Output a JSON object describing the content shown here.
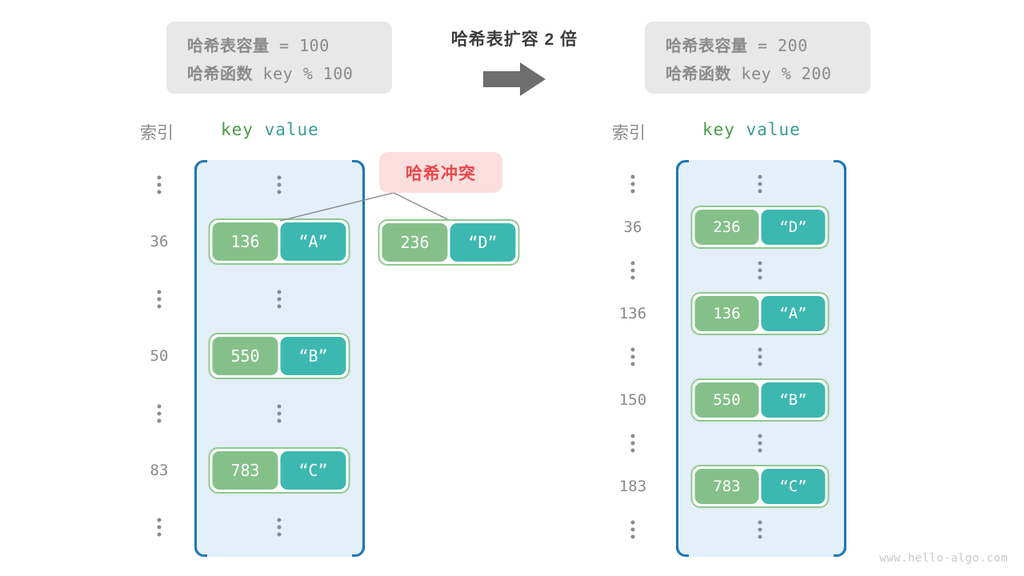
{
  "watermark": "www.hello-algo.com",
  "center": {
    "caption": "哈希表扩容 2 倍",
    "arrow_icon": "right-arrow-icon"
  },
  "info_left": {
    "capacity_label": "哈希表容量",
    "capacity_value": " = 100",
    "function_label": "哈希函数",
    "function_value": " key % 100"
  },
  "info_right": {
    "capacity_label": "哈希表容量",
    "capacity_value": " = 200",
    "function_label": "哈希函数",
    "function_value": " key % 200"
  },
  "collision": {
    "label": "哈希冲突",
    "badge_color": "#fbdede",
    "text_color": "#e8474c"
  },
  "colors": {
    "bucket_border": "#1f77b4",
    "bucket_fill": "#e3eff9",
    "key_cell": "#85c08a",
    "value_cell": "#3cb8b0",
    "pair_border": "#8fc98f",
    "index_text": "#8a8a8a",
    "key_head": "#4a9a4a",
    "value_head": "#3a9b96",
    "info_box": "#e8e8e8",
    "arrow": "#6e6e6e"
  },
  "headers": {
    "index": "索引",
    "key": "key",
    "value": "value"
  },
  "left_table": {
    "rows": [
      {
        "index": "⋮",
        "type": "ellipsis"
      },
      {
        "index": "36",
        "type": "entry",
        "key": "136",
        "value": "“A”"
      },
      {
        "index": "⋮",
        "type": "ellipsis"
      },
      {
        "index": "50",
        "type": "entry",
        "key": "550",
        "value": "“B”"
      },
      {
        "index": "⋮",
        "type": "ellipsis"
      },
      {
        "index": "83",
        "type": "entry",
        "key": "783",
        "value": "“C”"
      },
      {
        "index": "⋮",
        "type": "ellipsis"
      }
    ]
  },
  "overflow_entry": {
    "key": "236",
    "value": "“D”"
  },
  "right_table": {
    "rows": [
      {
        "index": "⋮",
        "type": "ellipsis"
      },
      {
        "index": "36",
        "type": "entry",
        "key": "236",
        "value": "“D”"
      },
      {
        "index": "⋮",
        "type": "ellipsis"
      },
      {
        "index": "136",
        "type": "entry",
        "key": "136",
        "value": "“A”"
      },
      {
        "index": "⋮",
        "type": "ellipsis"
      },
      {
        "index": "150",
        "type": "entry",
        "key": "550",
        "value": "“B”"
      },
      {
        "index": "⋮",
        "type": "ellipsis"
      },
      {
        "index": "183",
        "type": "entry",
        "key": "783",
        "value": "“C”"
      },
      {
        "index": "⋮",
        "type": "ellipsis"
      }
    ]
  }
}
